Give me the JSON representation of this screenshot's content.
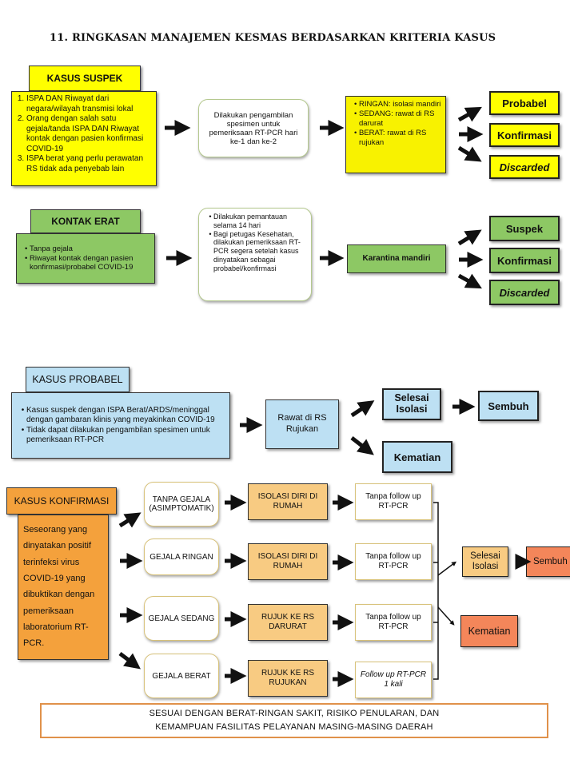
{
  "title": "11. RINGKASAN MANAJEMEN KESMAS BERDASARKAN KRITERIA KASUS",
  "suspek": {
    "header": "KASUS SUSPEK",
    "criteria": [
      "ISPA DAN Riwayat dari negara/wilayah transmisi lokal",
      "Orang dengan salah satu gejala/tanda ISPA DAN Riwayat kontak dengan pasien konfirmasi COVID-19",
      "ISPA berat yang perlu perawatan RS tidak ada penyebab lain"
    ],
    "process": "Dilakukan pengambilan spesimen untuk pemeriksaan RT-PCR hari ke-1 dan ke-2",
    "care": [
      "RINGAN: isolasi mandiri",
      "SEDANG: rawat di RS darurat",
      "BERAT: rawat di RS rujukan"
    ],
    "outcomes": [
      "Probabel",
      "Konfirmasi",
      "Discarded"
    ]
  },
  "kontak": {
    "header": "KONTAK ERAT",
    "criteria": [
      "Tanpa gejala",
      "Riwayat kontak dengan pasien konfirmasi/probabel COVID-19"
    ],
    "process": [
      "Dilakukan pemantauan selama 14 hari",
      "Bagi petugas Kesehatan, dilakukan pemeriksaan RT-PCR segera setelah kasus dinyatakan sebagai probabel/konfirmasi"
    ],
    "action": "Karantina mandiri",
    "outcomes": [
      "Suspek",
      "Konfirmasi",
      "Discarded"
    ]
  },
  "probabel": {
    "header": "KASUS PROBABEL",
    "criteria": [
      "Kasus suspek dengan ISPA Berat/ARDS/meninggal dengan gambaran klinis yang meyakinkan COVID-19",
      "Tidak dapat dilakukan pengambilan spesimen untuk pemeriksaan RT-PCR"
    ],
    "action": "Rawat di RS Rujukan",
    "outcome_done": "Selesai Isolasi",
    "outcome_final": "Sembuh",
    "outcome_death": "Kematian"
  },
  "konfirmasi": {
    "header": "KASUS KONFIRMASI",
    "description": "Seseorang yang dinyatakan positif terinfeksi virus COVID-19 yang dibuktikan dengan pemeriksaan laboratorium RT-PCR.",
    "rows": [
      {
        "symptom": "TANPA GEJALA (ASIMPTOMATIK)",
        "action": "ISOLASI DIRI DI RUMAH",
        "followup": "Tanpa follow up RT-PCR"
      },
      {
        "symptom": "GEJALA RINGAN",
        "action": "ISOLASI DIRI DI RUMAH",
        "followup": "Tanpa follow up RT-PCR"
      },
      {
        "symptom": "GEJALA SEDANG",
        "action": "RUJUK KE RS DARURAT",
        "followup": "Tanpa follow up RT-PCR"
      },
      {
        "symptom": "GEJALA BERAT",
        "action": "RUJUK KE RS RUJUKAN",
        "followup": "Follow up RT-PCR 1 kali"
      }
    ],
    "outcome_done": "Selesai Isolasi",
    "outcome_final": "Sembuh",
    "outcome_death": "Kematian"
  },
  "footer": "SESUAI DENGAN BERAT-RINGAN SAKIT, RISIKO PENULARAN, DAN KEMAMPUAN FASILITAS PELAYANAN MASING-MASING DAERAH",
  "colors": {
    "suspek": "#ffff00",
    "kontak": "#8dc864",
    "probabel": "#bde0f3",
    "konfirmasi": "#f4a13c",
    "konfirmasi_steps": "#f8cb82"
  }
}
